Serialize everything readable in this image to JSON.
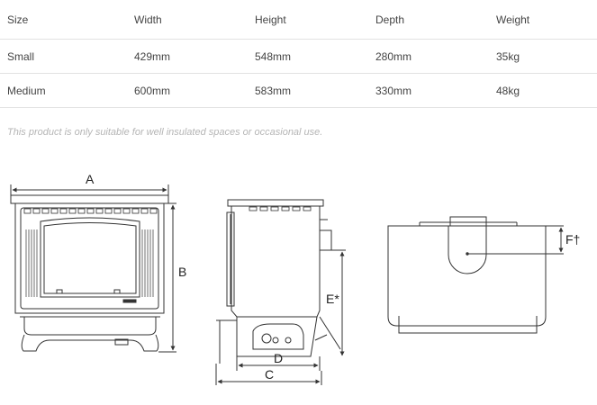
{
  "table": {
    "headers": [
      "Size",
      "Width",
      "Height",
      "Depth",
      "Weight"
    ],
    "rows": [
      [
        "Small",
        "429mm",
        "548mm",
        "280mm",
        "35kg"
      ],
      [
        "Medium",
        "600mm",
        "583mm",
        "330mm",
        "48kg"
      ]
    ]
  },
  "note": "This product is only suitable for well insulated spaces or occasional use.",
  "diagram": {
    "label_a": "A",
    "label_b": "B",
    "label_c": "C",
    "label_d": "D",
    "label_e": "E*",
    "label_f": "F†"
  }
}
